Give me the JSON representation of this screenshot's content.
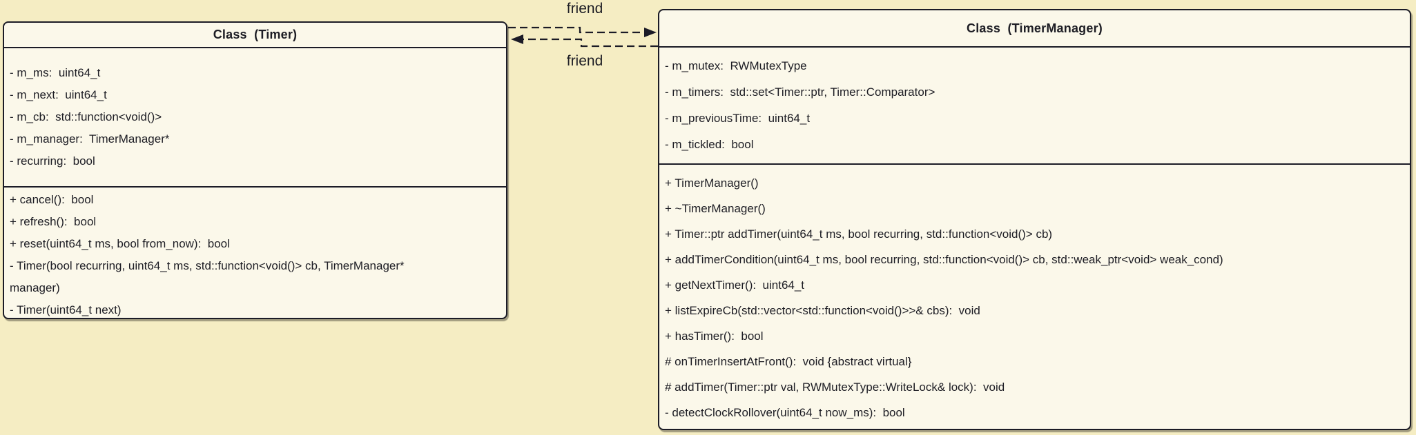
{
  "colors": {
    "background": "#f5edc3",
    "box_fill": "#fbf8ea",
    "line": "#1b1b26",
    "text": "#1d1d24"
  },
  "timer_class": {
    "title": "Class  (Timer)",
    "attributes": [
      "- m_ms:  uint64_t",
      "- m_next:  uint64_t",
      "- m_cb:  std::function<void()>",
      "- m_manager:  TimerManager*",
      "- recurring:  bool"
    ],
    "methods": [
      "+ cancel():  bool",
      "+ refresh():  bool",
      "+ reset(uint64_t ms, bool from_now):  bool",
      "- Timer(bool recurring, uint64_t ms, std::function<void()> cb, TimerManager*",
      "manager)",
      "- Timer(uint64_t next)"
    ]
  },
  "timermanager_class": {
    "title": "Class  (TimerManager)",
    "attributes": [
      "- m_mutex:  RWMutexType",
      "- m_timers:  std::set<Timer::ptr, Timer::Comparator>",
      "- m_previousTime:  uint64_t",
      "- m_tickled:  bool"
    ],
    "methods": [
      "+ TimerManager()",
      "+ ~TimerManager()",
      "+ Timer::ptr addTimer(uint64_t ms, bool recurring, std::function<void()> cb)",
      "+ addTimerCondition(uint64_t ms, bool recurring, std::function<void()> cb, std::weak_ptr<void> weak_cond)",
      "+ getNextTimer():  uint64_t",
      "+ listExpireCb(std::vector<std::function<void()>>& cbs):  void",
      "+ hasTimer():  bool",
      "# onTimerInsertAtFront():  void {abstract virtual}",
      "# addTimer(Timer::ptr val, RWMutexType::WriteLock& lock):  void",
      "- detectClockRollover(uint64_t now_ms):  bool"
    ]
  },
  "relationship": {
    "top_label": "friend",
    "bottom_label": "friend"
  }
}
